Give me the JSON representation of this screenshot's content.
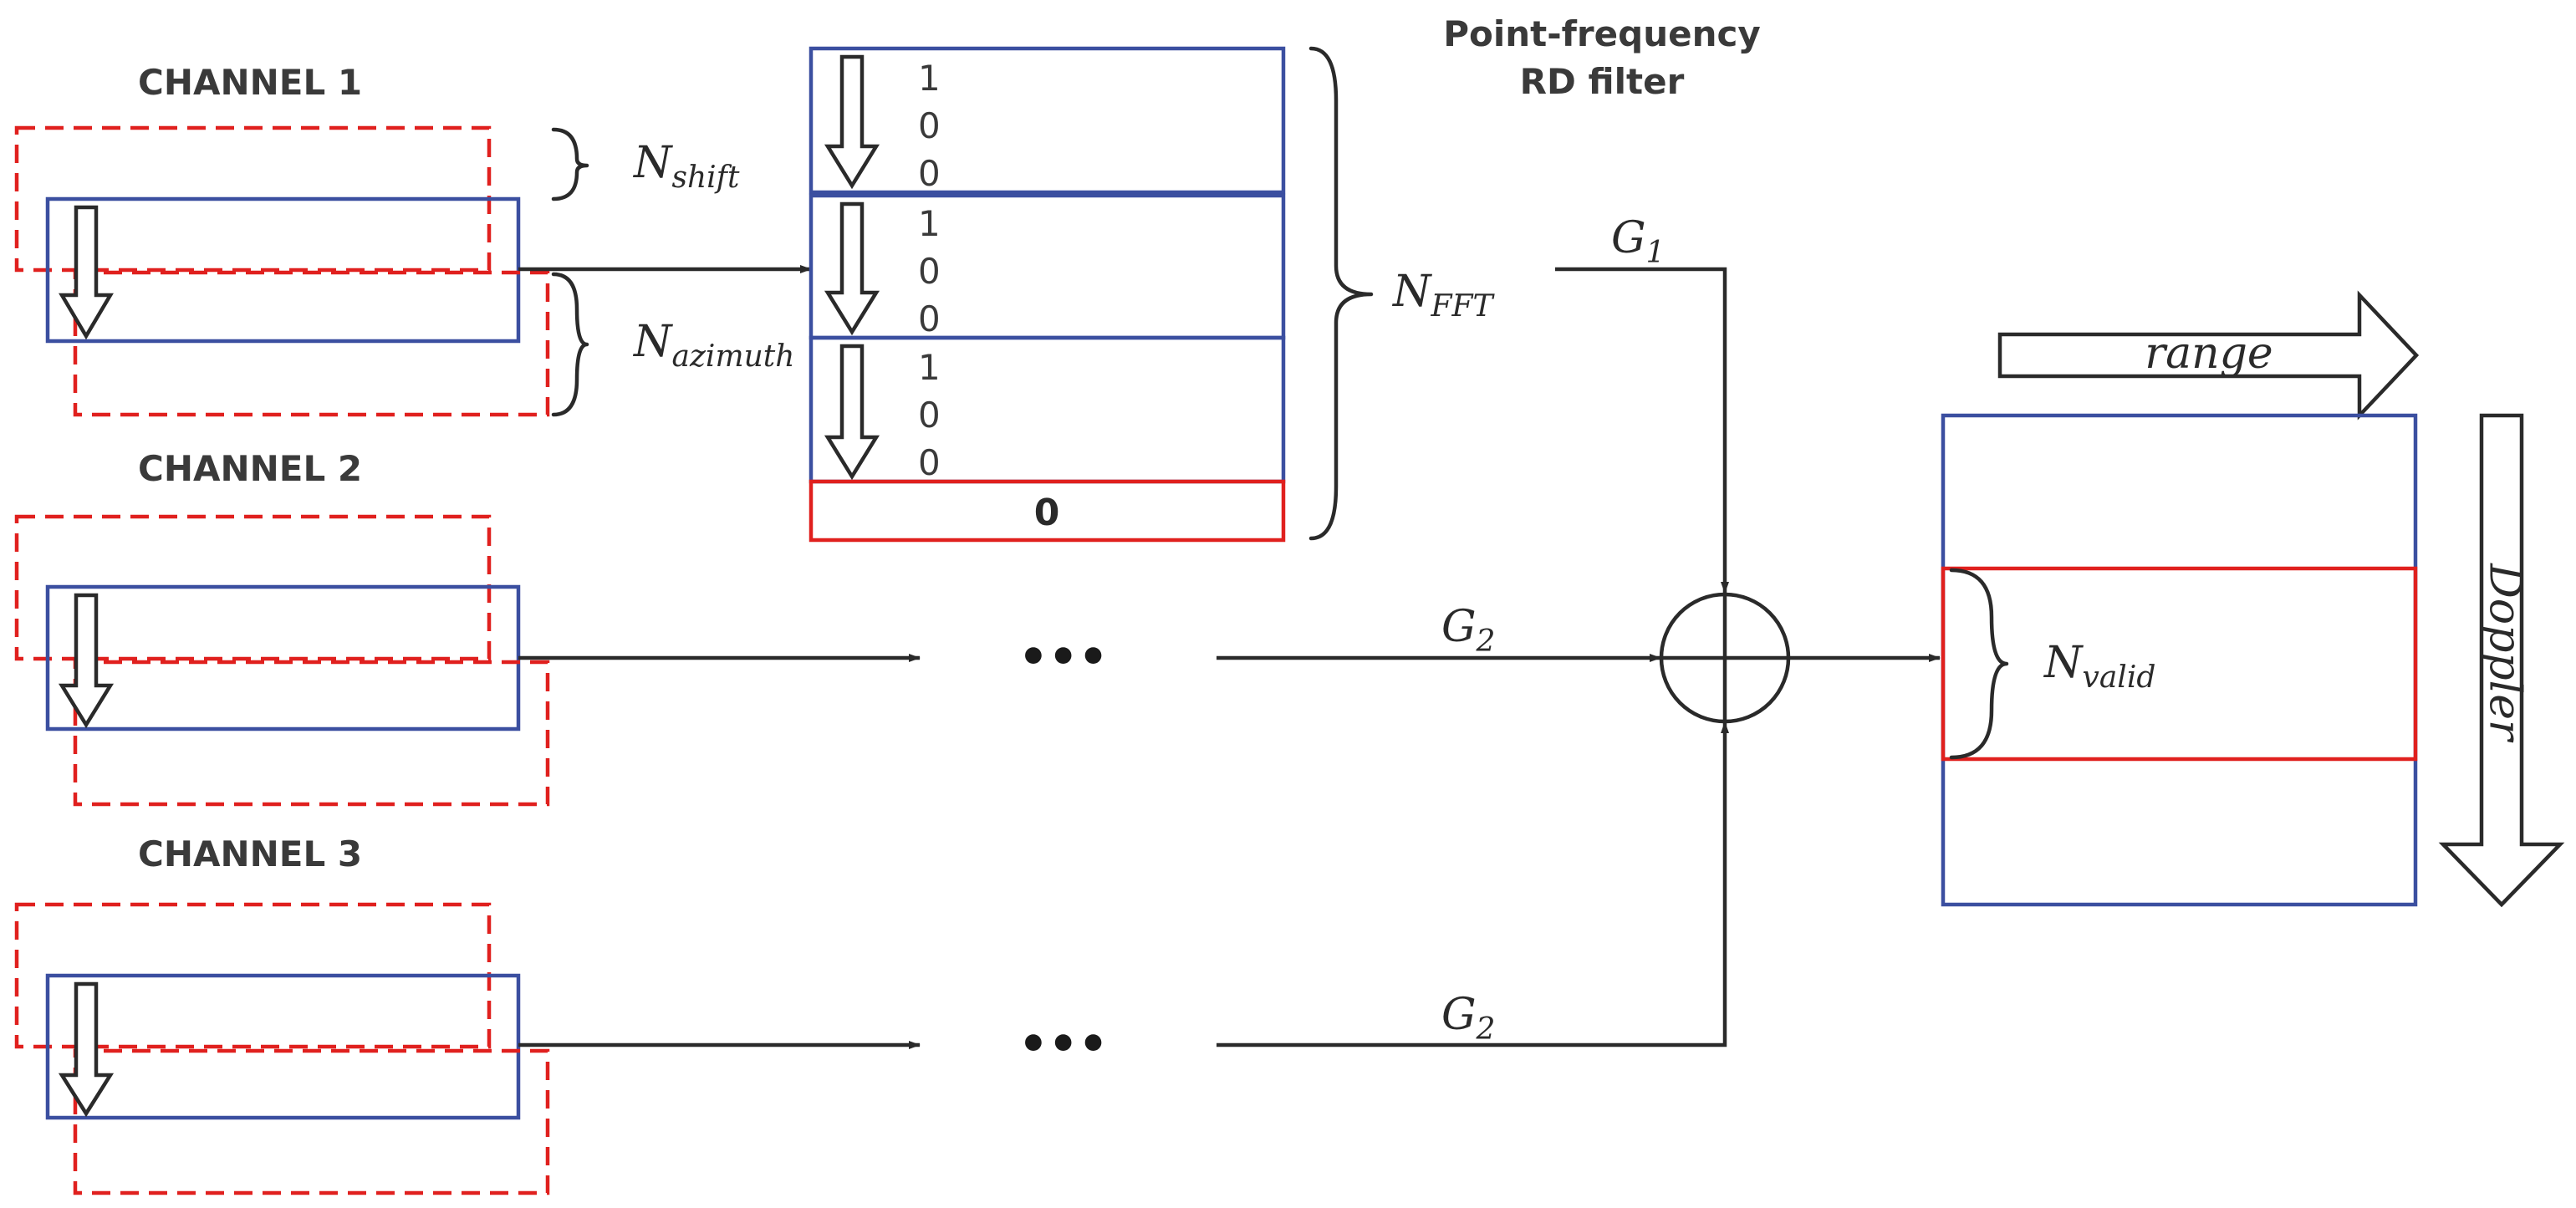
{
  "channels": [
    {
      "label": "CHANNEL 1"
    },
    {
      "label": "CHANNEL 2"
    },
    {
      "label": "CHANNEL 3"
    }
  ],
  "filter": {
    "title_line1": "Point-frequency",
    "title_line2": "RD filter",
    "bins": [
      {
        "digits": [
          "1",
          "0",
          "0"
        ]
      },
      {
        "digits": [
          "1",
          "0",
          "0"
        ]
      },
      {
        "digits": [
          "1",
          "0",
          "0"
        ]
      }
    ],
    "padding_label": "0"
  },
  "labels": {
    "n_shift": {
      "main": "N",
      "sub": "shift"
    },
    "n_azimuth": {
      "main": "N",
      "sub": "azimuth"
    },
    "n_fft": {
      "main": "N",
      "sub": "FFT"
    },
    "n_valid": {
      "main": "N",
      "sub": "valid"
    },
    "g1": {
      "main": "G",
      "sub": "1"
    },
    "g2_upper": {
      "main": "G",
      "sub": "2"
    },
    "g2_lower": {
      "main": "G",
      "sub": "2"
    },
    "range": "range",
    "doppler": "Doppler",
    "ellipsis": "•••"
  },
  "colors": {
    "block_outline": "#3b4fa0",
    "window_outline": "#e0201e",
    "wire": "#2a2a2a"
  }
}
